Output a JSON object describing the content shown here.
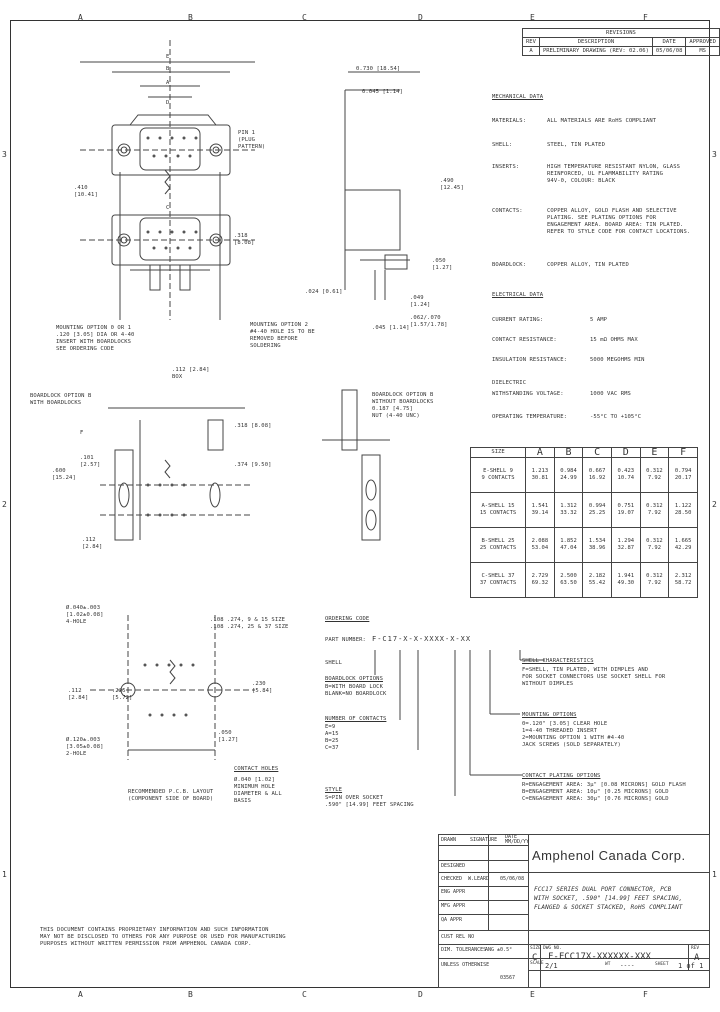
{
  "zones_top": [
    "A",
    "B",
    "C",
    "D",
    "E",
    "F"
  ],
  "zones_bottom": [
    "A",
    "B",
    "C",
    "D",
    "E",
    "F"
  ],
  "zones_left": [
    "1",
    "2",
    "3"
  ],
  "zones_right": [
    "1",
    "2",
    "3"
  ],
  "revisions": {
    "title": "REVISIONS",
    "headers": [
      "REV",
      "DESCRIPTION",
      "DATE",
      "APPROVED"
    ],
    "row": [
      "A",
      "PRELIMINARY DRAWING (REV: 02.06)",
      "05/06/08",
      "MS"
    ]
  },
  "mech_data": {
    "heading": "MECHANICAL DATA",
    "materials_label": "MATERIALS:",
    "materials_value": "ALL MATERIALS ARE RoHS COMPLIANT",
    "shell_label": "SHELL:",
    "shell_value": "STEEL, TIN PLATED",
    "inserts_label": "INSERTS:",
    "inserts_value": "HIGH TEMPERATURE RESISTANT NYLON, GLASS\nREINFORCED, UL FLAMMABILITY RATING\n94V-0, COLOUR: BLACK",
    "contacts_label": "CONTACTS:",
    "contacts_value": "COPPER ALLOY, GOLD FLASH AND SELECTIVE\nPLATING. SEE PLATING OPTIONS FOR\nENGAGEMENT AREA. BOARD AREA: TIN PLATED.\nREFER TO STYLE CODE FOR CONTACT LOCATIONS.",
    "boardlock_label": "BOARDLOCK:",
    "boardlock_value": "COPPER ALLOY, TIN PLATED"
  },
  "elec_data": {
    "heading": "ELECTRICAL DATA",
    "current_label": "CURRENT RATING:",
    "current_value": "5 AMP",
    "resistance_label": "CONTACT RESISTANCE:",
    "resistance_value": "15 mΩ OHMS MAX",
    "insulation_label": "INSULATION RESISTANCE:",
    "insulation_value": "5000 MEGOHMS MIN",
    "dielectric_label": "DIELECTRIC",
    "withstanding_label": "WITHSTANDING VOLTAGE:",
    "withstanding_value": "1000 VAC RMS",
    "temp_label": "OPERATING TEMPERATURE:",
    "temp_value": "-55°C TO +105°C"
  },
  "dim_table": {
    "headers": [
      "SIZE",
      "A",
      "B",
      "C",
      "D",
      "E",
      "F"
    ],
    "rows": [
      [
        "E-SHELL 9\n9 CONTACTS",
        "1.213\n30.81",
        "0.984\n24.99",
        "0.667\n16.92",
        "0.423\n10.74",
        "0.312\n7.92",
        "0.794\n20.17"
      ],
      [
        "A-SHELL 15\n15 CONTACTS",
        "1.541\n39.14",
        "1.312\n33.32",
        "0.994\n25.25",
        "0.751\n19.07",
        "0.312\n7.92",
        "1.122\n28.50"
      ],
      [
        "B-SHELL 25\n25 CONTACTS",
        "2.088\n53.04",
        "1.852\n47.04",
        "1.534\n38.96",
        "1.294\n32.87",
        "0.312\n7.92",
        "1.665\n42.29"
      ],
      [
        "C-SHELL 37\n37 CONTACTS",
        "2.729\n69.32",
        "2.500\n63.50",
        "2.182\n55.42",
        "1.941\n49.30",
        "0.312\n7.92",
        "2.312\n58.72"
      ]
    ]
  },
  "drawing_notes": {
    "top_dim": "0.730 [18.54]",
    "dim_045": "0.045 [1.14]",
    "dim_e": "E",
    "dim_b": "B",
    "dim_a": "A",
    "dim_d": "D",
    "dim_c": "C",
    "pin1": "PIN 1\n(PLUG\nPATTERN)",
    "dim_410": ".410\n[10.41]",
    "dim_d2": ".318\n[8.08]",
    "dim_490": ".490\n[12.45]",
    "dim_050": ".050\n[1.27]",
    "dim_049": ".049\n[1.24]",
    "dim_tail": ".045 [1.14]",
    "dim_pcb": ".062/.070\n[1.57/1.78]",
    "dim_024": ".024 [0.61]",
    "mount_opt0": "MOUNTING OPTION 0 OR 1\n.120 [3.05] DIA OR 4-40\nINSERT WITH BOARDLOCKS\nSEE ORDERING CODE",
    "mount_opt2": "MOUNTING OPTION 2\n#4-40 HOLE IS TO BE\nREMOVED BEFORE\nSOLDERING",
    "boardlock_opt": "BOARDLOCK OPTION B\nWITH BOARDLOCKS",
    "boardlock_opt2": "BOARDLOCK OPTION B\nWITHOUT BOARDLOCKS\n0.187 [4.75]\nNUT (4-40 UNC)",
    "dim_box": ".112 [2.84]\nBOX",
    "dim_318b": ".318 [8.08]",
    "dim_374": ".374 [9.50]",
    "dim_600": ".600\n[15.24]",
    "dim_112": ".112\n[2.84]",
    "dim_f": "F",
    "dim_101": ".101\n[2.57]",
    "dim_hole_top": "Ø.040±.003\n[1.02±0.08]\n4-HOLE",
    "dim_hole_bot": "Ø.120±.003\n[3.05±0.08]\n2-HOLE",
    "dim_side": ".108 .274, 9 & 15 SIZE\n.108 .274, 25 & 37 SIZE",
    "dim_112b": ".112\n[2.84]",
    "dim_ctr": ".225\n[5.72]",
    "dim_r": ".230\n[5.84]",
    "dim_bot": ".050\n[1.27]",
    "pcb_layout": "RECOMMENDED P.C.B. LAYOUT\n(COMPONENT SIDE OF BOARD)",
    "contact_holes_title": "CONTACT HOLES",
    "contact_holes_body": "Ø.040 [1.02]\nMINIMUM HOLE\nDIAMETER & ALL\nBASIS"
  },
  "ordering": {
    "title": "ORDERING CODE",
    "part_label": "PART NUMBER:",
    "part_value": "F-C17-X-X-XXXX-X-XX",
    "shell_label": "SHELL",
    "boardlock_title": "BOARDLOCK OPTIONS",
    "boardlock_body": "B=WITH BOARD LOCK\nBLANK=NO BOARDLOCK",
    "contacts_title": "NUMBER OF CONTACTS",
    "contacts_body": "E=9\nA=15\nB=25\nC=37",
    "style_title": "STYLE",
    "style_body": "S=PIN OVER SOCKET\n.590\" [14.99] FEET SPACING",
    "shell_title": "SHELL CHARACTERISTICS",
    "shell_body": "F=SHELL, TIN PLATED, WITH DIMPLES AND\nFOR SOCKET CONNECTORS USE SOCKET SHELL FOR\nWITHOUT DIMPLES",
    "mount_title": "MOUNTING OPTIONS",
    "mount_body": "0=.120\" [3.05] CLEAR HOLE\n1=4-40 THREADED INSERT\n2=MOUNTING OPTION 1 WITH #4-40\nJACK SCREWS (SOLD SEPARATELY)",
    "plating_title": "CONTACT PLATING OPTIONS",
    "plating_body": "R=ENGAGEMENT AREA: 3μ\" [0.08 MICRONS] GOLD FLASH\nB=ENGAGEMENT AREA: 10μ\" [0.25 MICRONS] GOLD\nC=ENGAGEMENT AREA: 30μ\" [0.76 MICRONS] GOLD"
  },
  "title_block": {
    "company": "Amphenol Canada Corp.",
    "drawn_label": "DRAWN",
    "drawn_by": "SIGNATURE",
    "date_label": "DATE\nMM/DD/YY",
    "designed_label": "DESIGNED",
    "checked_label": "CHECKED",
    "checked_value": "W.LEARD",
    "checked_date": "05/06/08",
    "approved_label": "ENG APPR",
    "mfg_label": "MFG APPR",
    "qa_label": "QA APPR",
    "cust_label": "CUST REL NO",
    "title_text": "FCC17 SERIES DUAL PORT CONNECTOR, PCB\nWITH SOCKET, .590\" [14.99] FEET SPACING,\nFLANGED & SOCKET STACKED, RoHS COMPLIANT",
    "size_label": "SIZE",
    "size_value": "C",
    "dwg_label": "DWG NO.",
    "dwg_value": "F-FCC17X-XXXXXX-XXX",
    "rev_label": "REV",
    "rev_value": "A",
    "scale_label": "SCALE",
    "scale_value": "2/1",
    "sheet_label": "SHEET",
    "sheet_value": "1 of 1",
    "wt_label": "WT",
    "wt_value": "----",
    "tol_a": "DIM. TOLERANCES",
    "tol_b": "ANG ±0.5°",
    "tol_c": "UNLESS OTHERWISE",
    "tol_d": "03567"
  },
  "disclaimer": "THIS DOCUMENT CONTAINS PROPRIETARY INFORMATION AND SUCH INFORMATION\nMAY NOT BE DISCLOSED TO OTHERS FOR ANY PURPOSE OR USED FOR MANUFACTURING\nPURPOSES WITHOUT WRITTEN PERMISSION FROM AMPHENOL CANADA CORP."
}
